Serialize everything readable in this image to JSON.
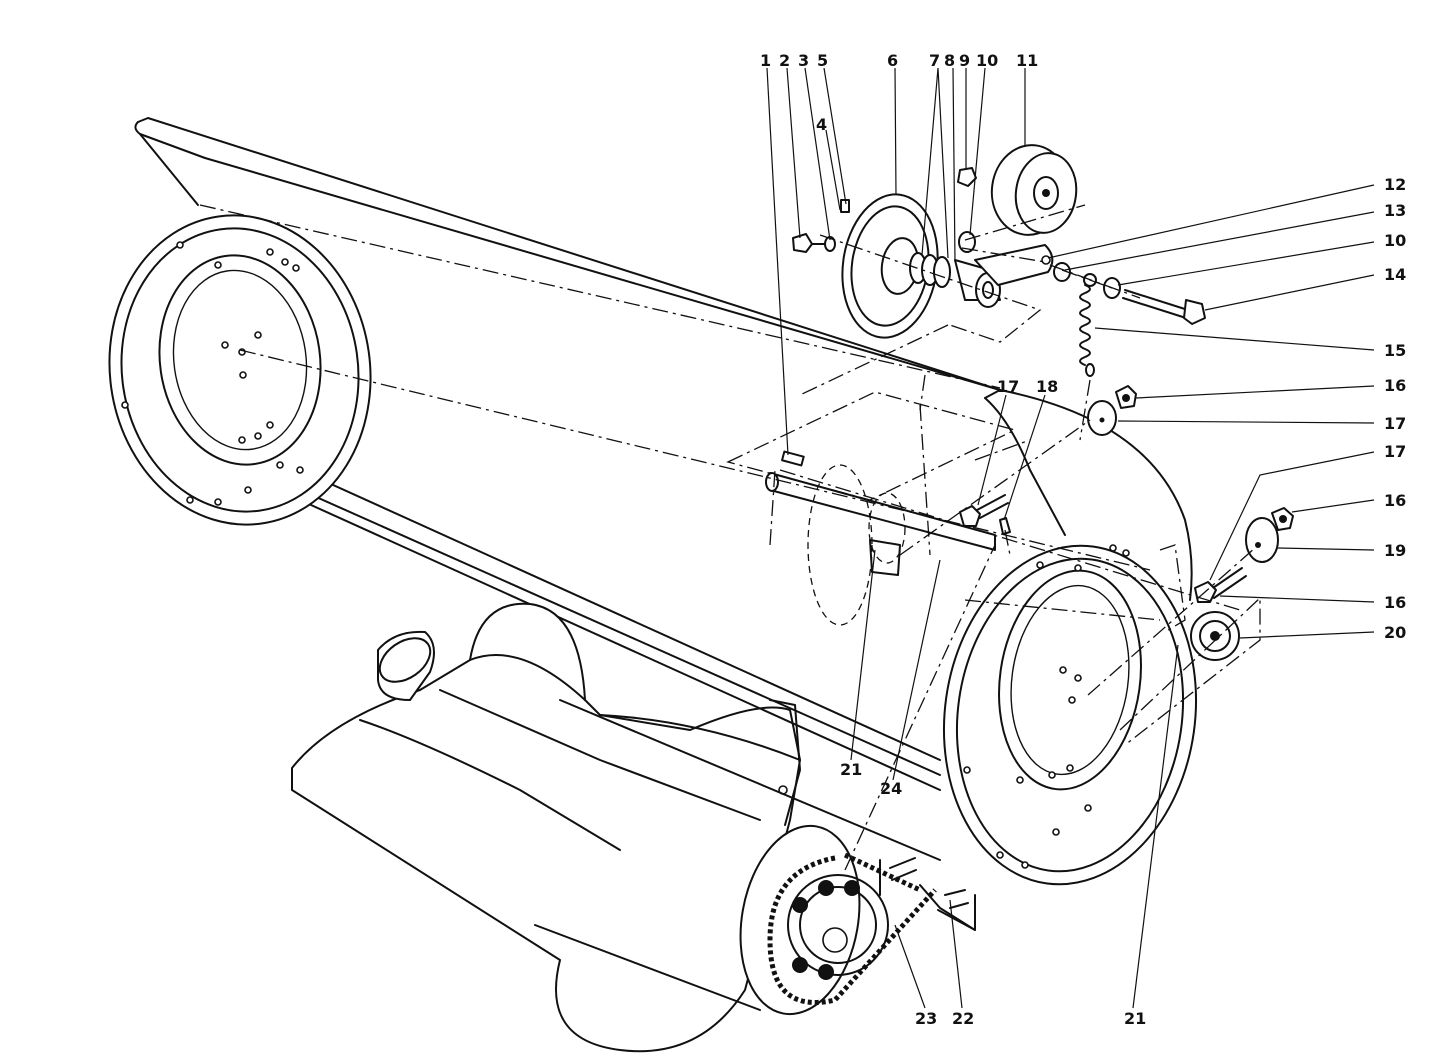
{
  "callouts": [
    {
      "id": "c1",
      "text": "1"
    },
    {
      "id": "c2",
      "text": "2"
    },
    {
      "id": "c3",
      "text": "3"
    },
    {
      "id": "c5",
      "text": "5"
    },
    {
      "id": "c6",
      "text": "6"
    },
    {
      "id": "c7",
      "text": "7"
    },
    {
      "id": "c8",
      "text": "8"
    },
    {
      "id": "c9",
      "text": "9"
    },
    {
      "id": "c10a",
      "text": "10"
    },
    {
      "id": "c11",
      "text": "11"
    },
    {
      "id": "c4",
      "text": "4"
    },
    {
      "id": "c12",
      "text": "12"
    },
    {
      "id": "c13",
      "text": "13"
    },
    {
      "id": "c10b",
      "text": "10"
    },
    {
      "id": "c14",
      "text": "14"
    },
    {
      "id": "c15",
      "text": "15"
    },
    {
      "id": "c16a",
      "text": "16"
    },
    {
      "id": "c17a",
      "text": "17"
    },
    {
      "id": "c17b",
      "text": "17"
    },
    {
      "id": "c18",
      "text": "18"
    },
    {
      "id": "c17c",
      "text": "17"
    },
    {
      "id": "c16b",
      "text": "16"
    },
    {
      "id": "c19",
      "text": "19"
    },
    {
      "id": "c16c",
      "text": "16"
    },
    {
      "id": "c20",
      "text": "20"
    },
    {
      "id": "c21a",
      "text": "21"
    },
    {
      "id": "c24",
      "text": "24"
    },
    {
      "id": "c23",
      "text": "23"
    },
    {
      "id": "c22",
      "text": "22"
    },
    {
      "id": "c21b",
      "text": "21"
    }
  ]
}
